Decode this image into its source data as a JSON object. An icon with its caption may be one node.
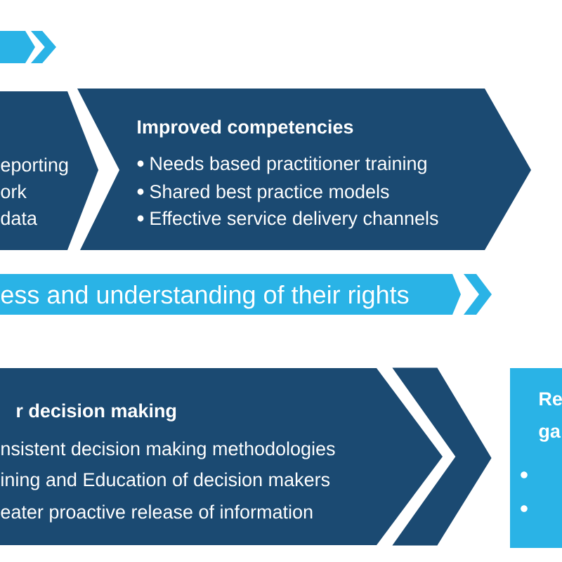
{
  "diagram": {
    "nodes": [
      {
        "text": [],
        "shape": "arrow"
      },
      {
        "text": [
          "eporting",
          "ork",
          "data"
        ]
      },
      {
        "text": [
          "Improved competencies",
          "Needs based practitioner training",
          "Shared best practice models",
          "Effective service delivery channels"
        ]
      },
      {
        "text": [
          "ess and understanding of their rights"
        ]
      },
      {
        "text": [
          "r decision making",
          "nsistent decision making methodologies",
          "ining and Education of decision makers",
          "eater proactive release of information"
        ]
      },
      {
        "text": [
          "Re ga"
        ]
      }
    ],
    "edges": [
      {
        "from": 4,
        "to": 5,
        "arrow": "to"
      }
    ]
  }
}
